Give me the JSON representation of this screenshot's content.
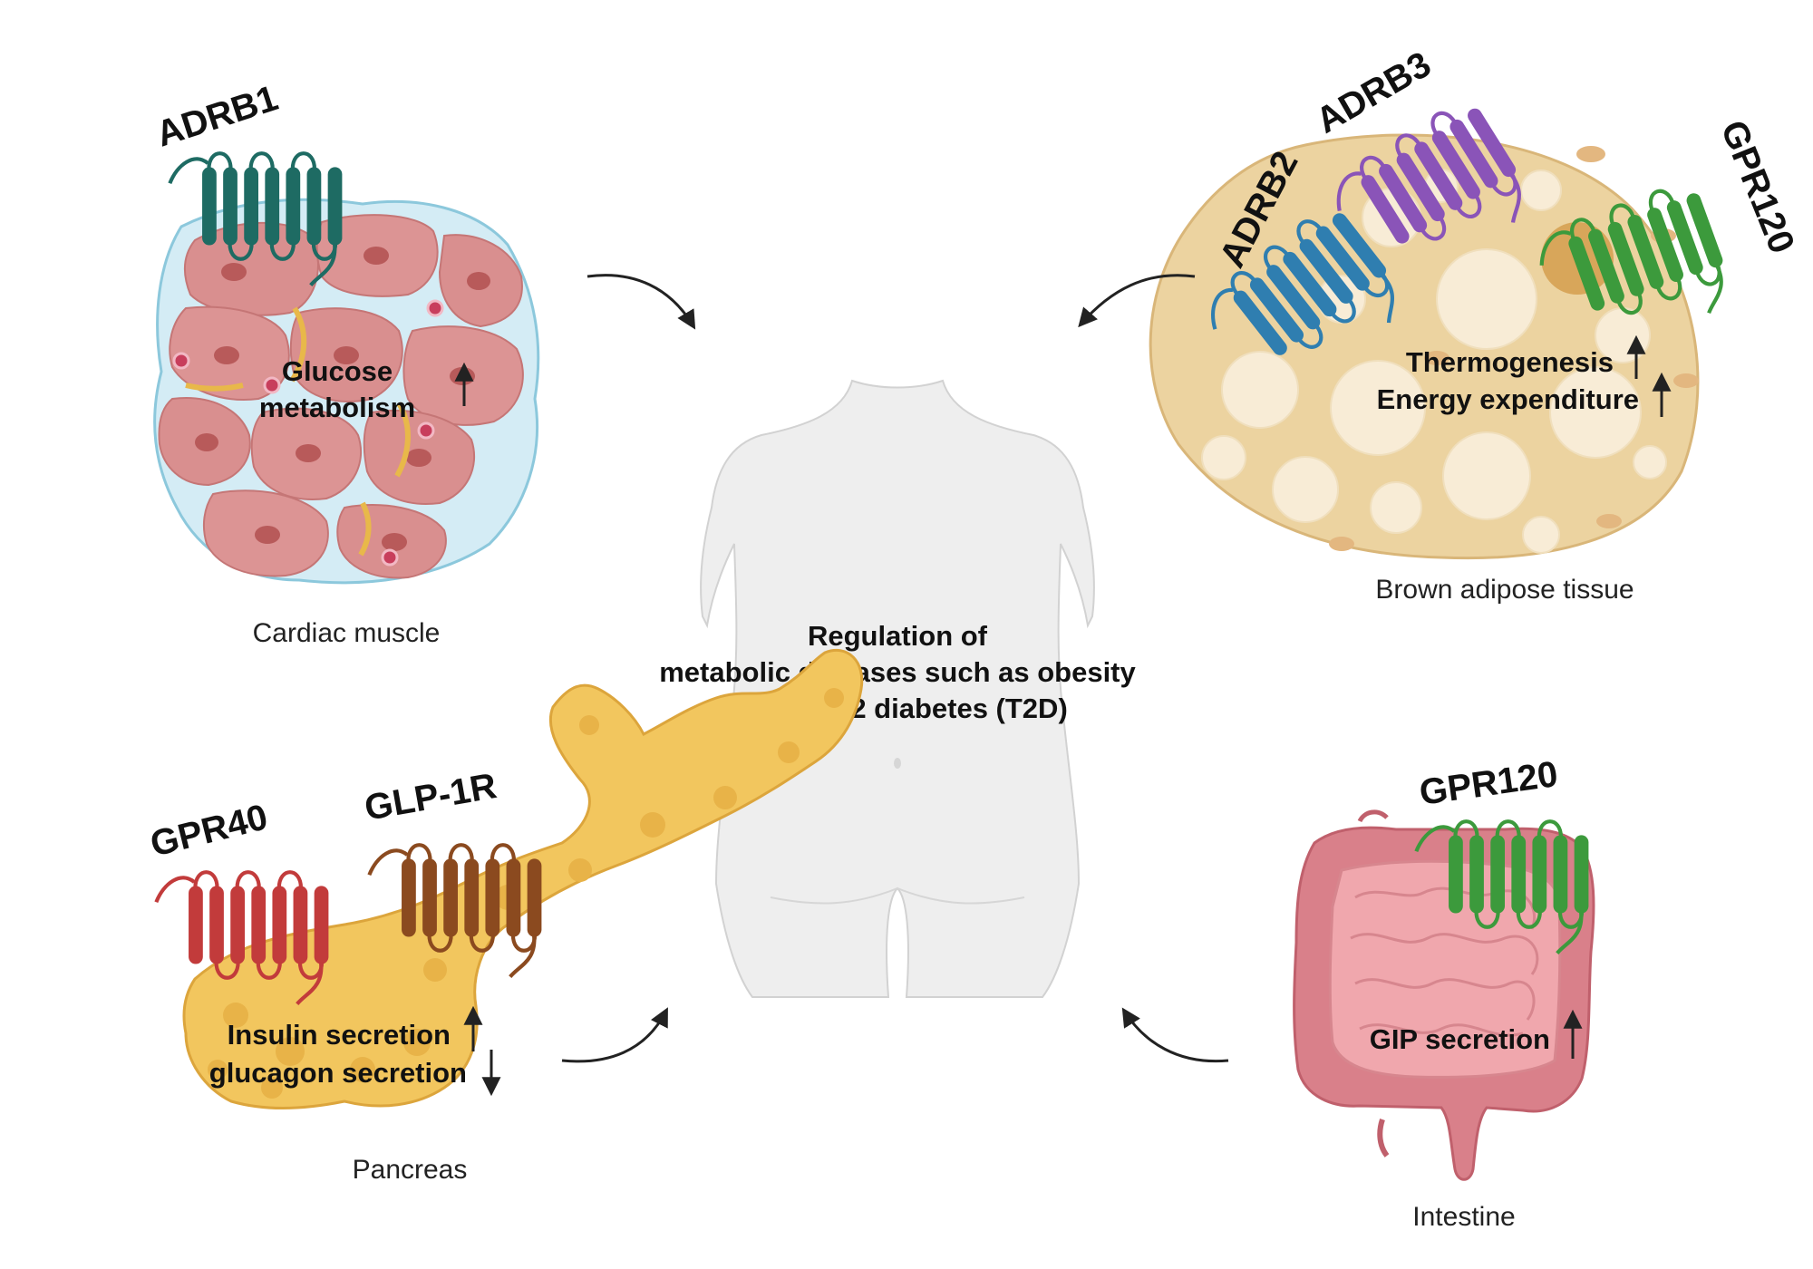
{
  "center": {
    "lines": [
      "Regulation of",
      "metabolic diseases such as obesity",
      "and type 2 diabetes (T2D)"
    ]
  },
  "cardiac": {
    "caption": "Cardiac muscle",
    "receptor": "ADRB1",
    "effect_lines": [
      "Glucose",
      "metabolism"
    ],
    "direction": "up",
    "receptor_color": "#1e6b63"
  },
  "brown_adipose": {
    "caption": "Brown adipose tissue",
    "receptors": [
      {
        "name": "ADRB2",
        "color": "#2f7eb0"
      },
      {
        "name": "ADRB3",
        "color": "#8a54b8"
      },
      {
        "name": "GPR120",
        "color": "#3c9a3c"
      }
    ],
    "effects": [
      {
        "text": "Thermogenesis",
        "direction": "up"
      },
      {
        "text": "Energy expenditure",
        "direction": "up"
      }
    ]
  },
  "pancreas": {
    "caption": "Pancreas",
    "receptors": [
      {
        "name": "GPR40",
        "color": "#c23b3b"
      },
      {
        "name": "GLP-1R",
        "color": "#8b4a1f"
      }
    ],
    "effects": [
      {
        "text": "Insulin secretion",
        "direction": "up"
      },
      {
        "text": "glucagon secretion",
        "direction": "down"
      }
    ]
  },
  "intestine": {
    "caption": "Intestine",
    "receptor": "GPR120",
    "effect": "GIP secretion",
    "direction": "up",
    "receptor_color": "#3c9a3c"
  }
}
